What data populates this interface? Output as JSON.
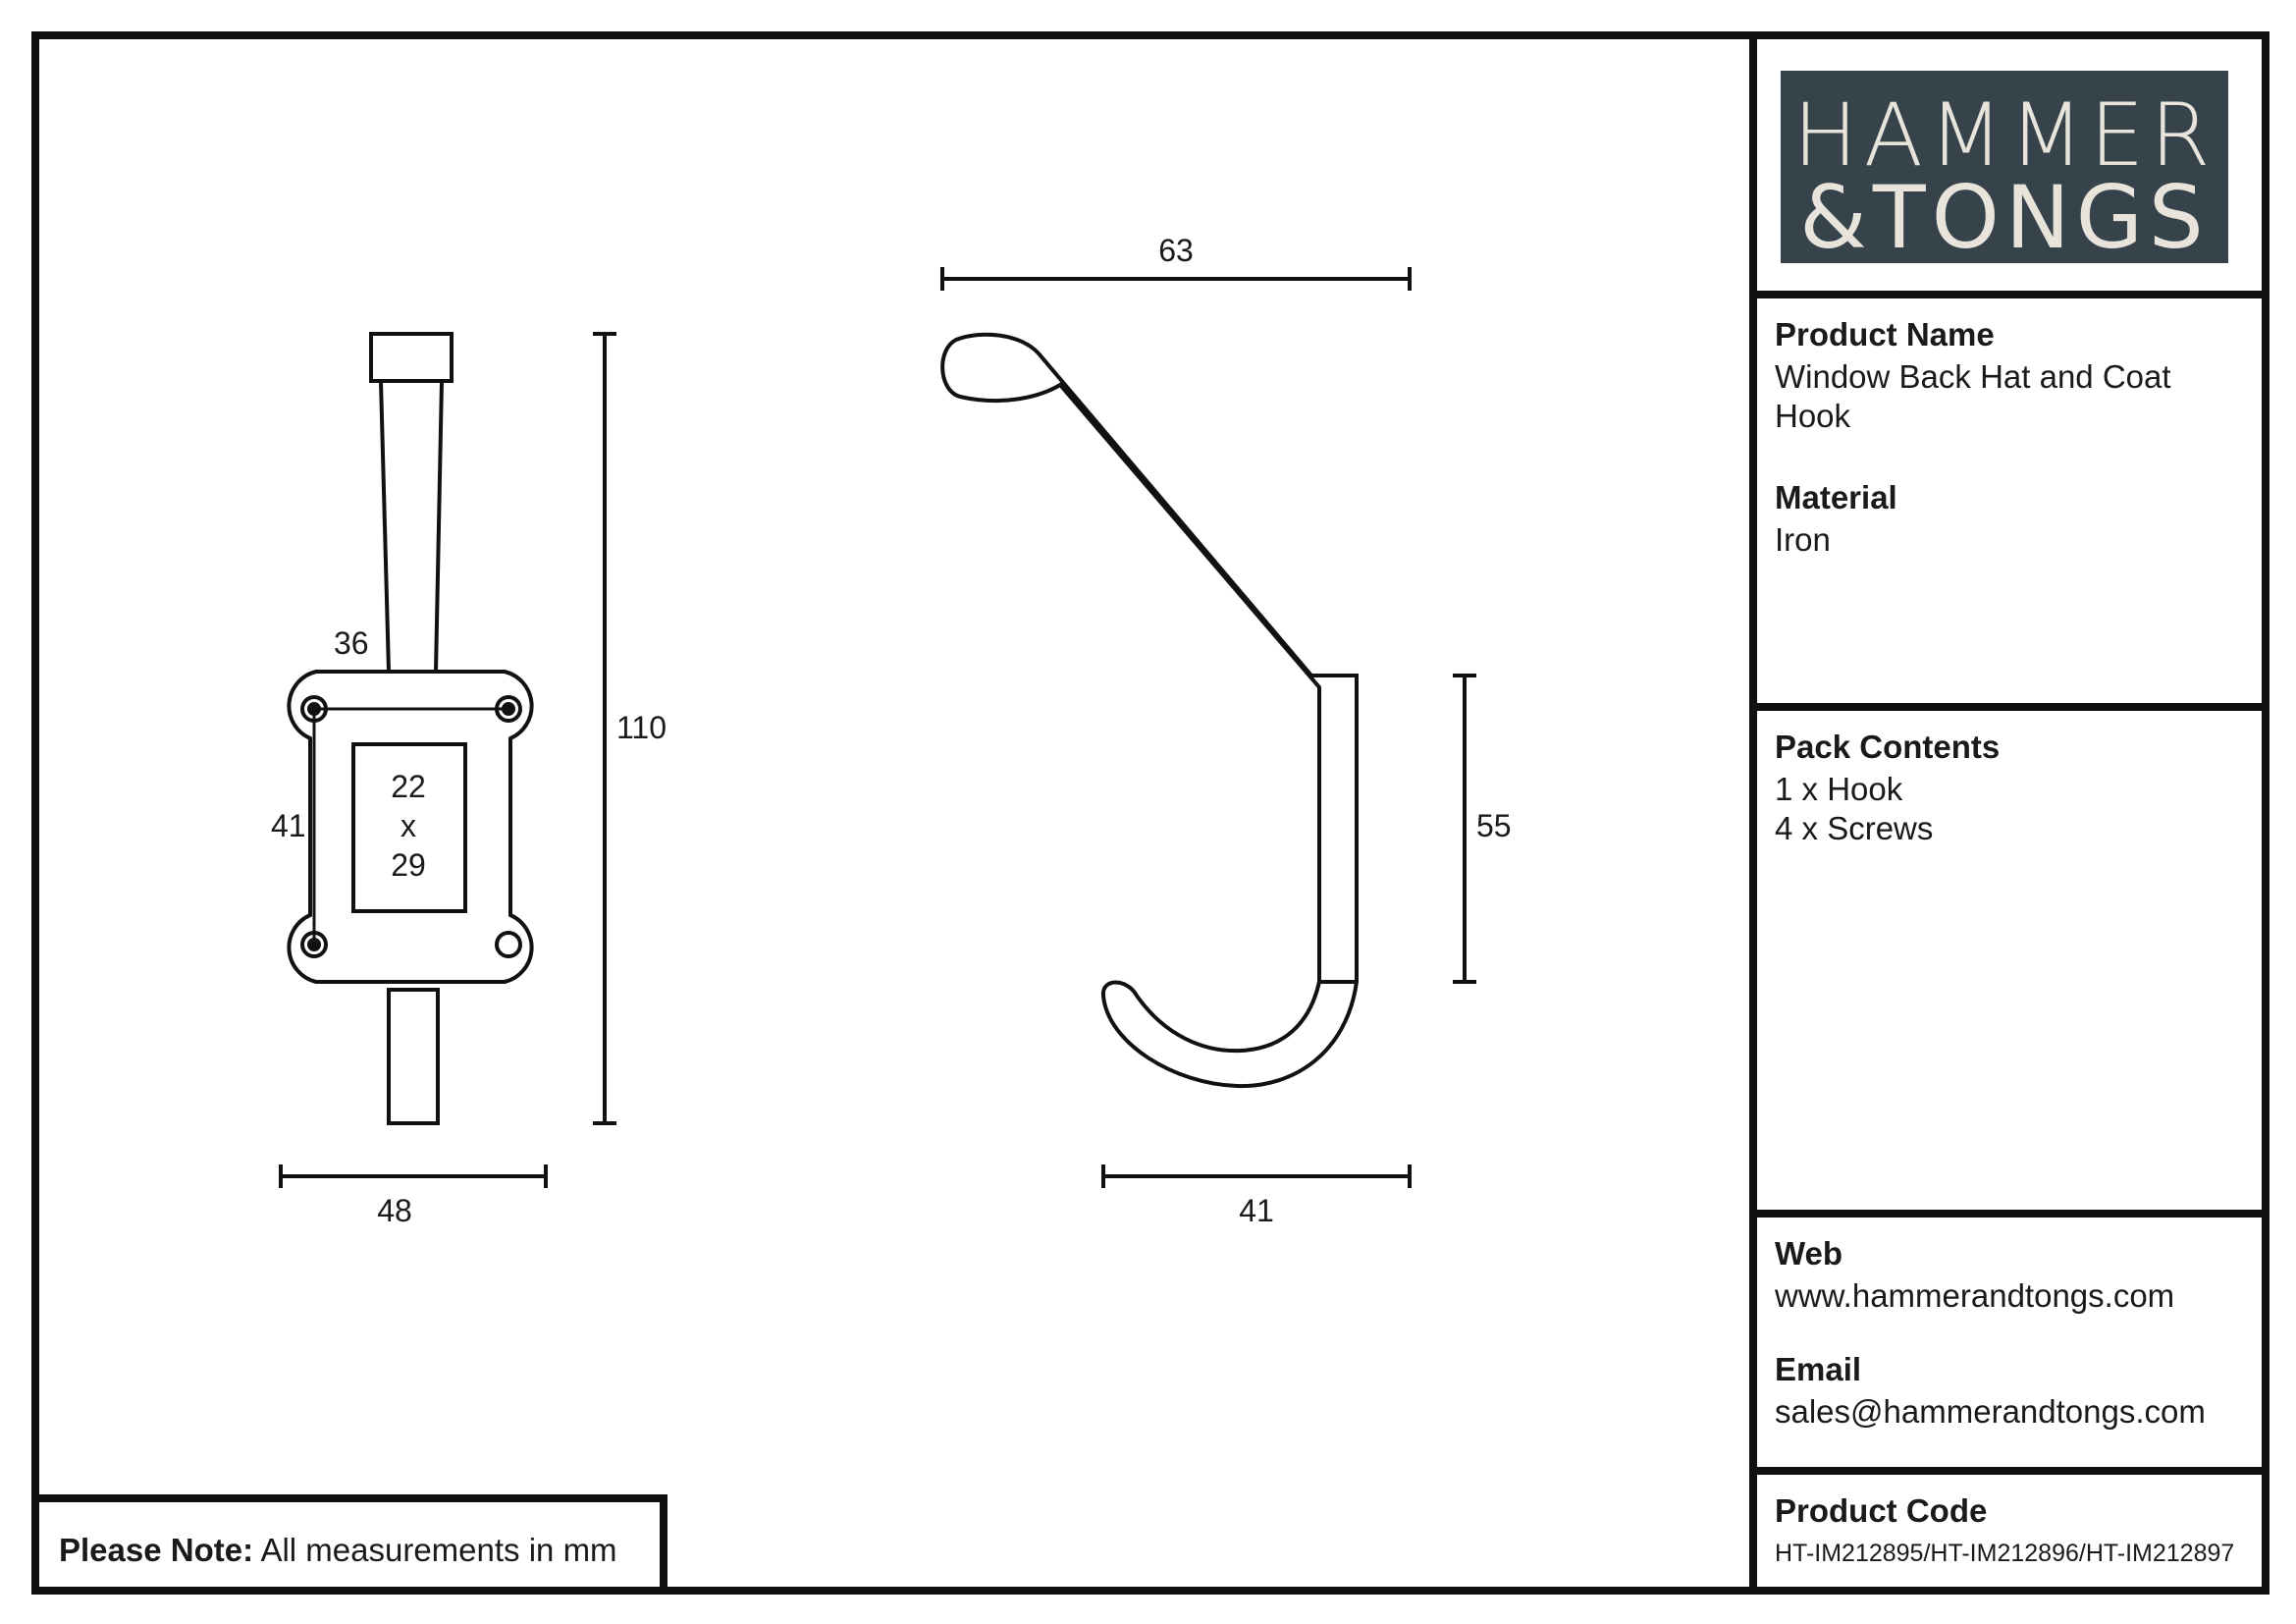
{
  "logo": {
    "line1": "HAMMER",
    "line2": "&TONGS"
  },
  "product_name": {
    "label": "Product Name",
    "value": "Window Back Hat and Coat Hook"
  },
  "material": {
    "label": "Material",
    "value": "Iron"
  },
  "pack_contents": {
    "label": "Pack Contents",
    "items": [
      "1 x Hook",
      "4 x Screws"
    ]
  },
  "web": {
    "label": "Web",
    "value": "www.hammerandtongs.com"
  },
  "email": {
    "label": "Email",
    "value": "sales@hammerandtongs.com"
  },
  "product_code": {
    "label": "Product Code",
    "value": "HT-IM212895/HT-IM212896/HT-IM212897"
  },
  "note": {
    "label": "Please Note:",
    "text": "All measurements in mm"
  },
  "dimensions": {
    "front_height": "110",
    "front_width": "48",
    "plate_height": "41",
    "hole_spacing": "36",
    "window_w": "22",
    "window_x": "x",
    "window_h": "29",
    "side_depth": "63",
    "side_lower_depth": "41",
    "side_back_height": "55"
  },
  "colors": {
    "logo_bg": "#36434b",
    "logo_text": "#e8e4dc",
    "line": "#111111"
  }
}
